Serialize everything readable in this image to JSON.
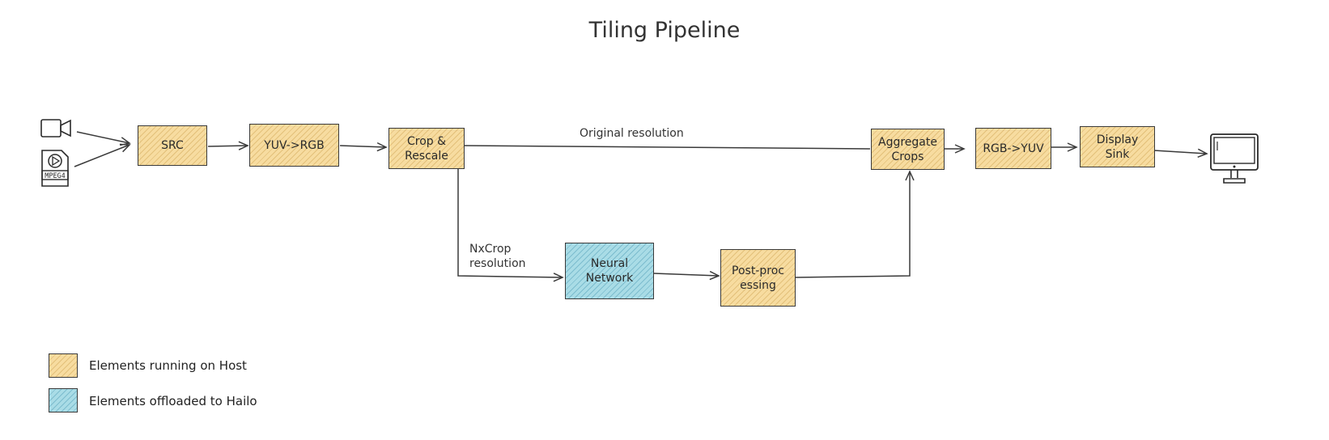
{
  "title": "Tiling Pipeline",
  "nodes": {
    "src": "SRC",
    "yuv_rgb": "YUV->RGB",
    "crop_rescale": "Crop &\nRescale",
    "neural_network": "Neural\nNetwork",
    "post_processing": "Post-proc\nessing",
    "aggregate_crops": "Aggregate\nCrops",
    "rgb_yuv": "RGB->YUV",
    "display_sink": "Display\nSink"
  },
  "edges": {
    "original_resolution": "Original resolution",
    "nxcrop_resolution": "NxCrop\nresolution"
  },
  "icons": {
    "camera": "camera-icon",
    "file": "mpeg4-file-icon",
    "file_text": "MPEG4",
    "monitor": "monitor-icon"
  },
  "legend": {
    "host": "Elements running on Host",
    "hailo": "Elements offloaded to Hailo"
  },
  "colors": {
    "host": "#f7dca0",
    "hailo": "#a9dce6",
    "stroke": "#3a3a3a"
  }
}
